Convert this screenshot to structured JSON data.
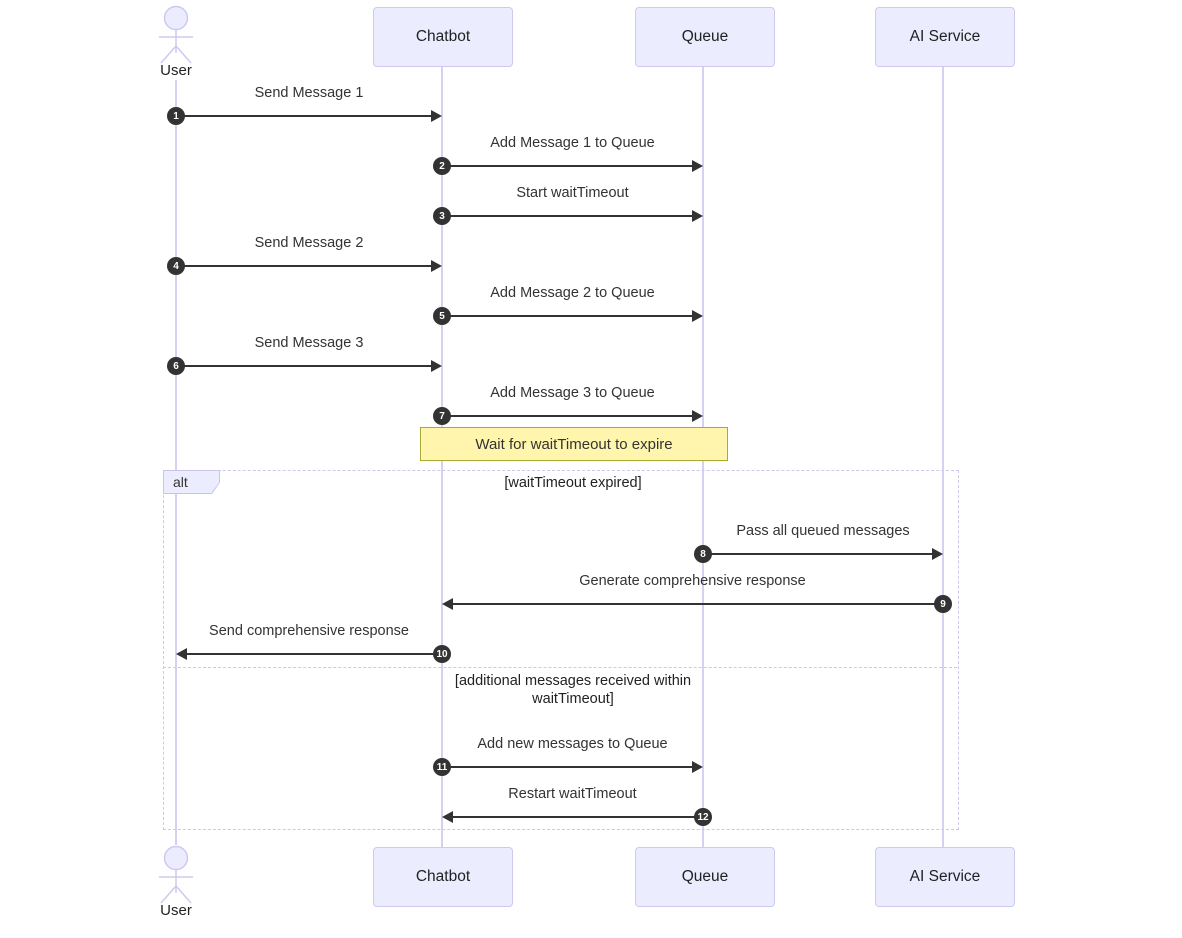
{
  "diagram_type": "sequence",
  "actors": {
    "user": {
      "label": "User"
    },
    "chatbot": {
      "label": "Chatbot"
    },
    "queue": {
      "label": "Queue"
    },
    "ai_service": {
      "label": "AI Service"
    }
  },
  "messages": [
    {
      "num": "1",
      "from": "User",
      "to": "Chatbot",
      "label": "Send Message 1"
    },
    {
      "num": "2",
      "from": "Chatbot",
      "to": "Queue",
      "label": "Add Message 1 to Queue"
    },
    {
      "num": "3",
      "from": "Chatbot",
      "to": "Queue",
      "label": "Start waitTimeout"
    },
    {
      "num": "4",
      "from": "User",
      "to": "Chatbot",
      "label": "Send Message 2"
    },
    {
      "num": "5",
      "from": "Chatbot",
      "to": "Queue",
      "label": "Add Message 2 to Queue"
    },
    {
      "num": "6",
      "from": "User",
      "to": "Chatbot",
      "label": "Send Message 3"
    },
    {
      "num": "7",
      "from": "Chatbot",
      "to": "Queue",
      "label": "Add Message 3 to Queue"
    },
    {
      "num": "8",
      "from": "Queue",
      "to": "AI Service",
      "label": "Pass all queued messages"
    },
    {
      "num": "9",
      "from": "AI Service",
      "to": "Chatbot",
      "label": "Generate comprehensive response"
    },
    {
      "num": "10",
      "from": "Chatbot",
      "to": "User",
      "label": "Send comprehensive response"
    },
    {
      "num": "11",
      "from": "Chatbot",
      "to": "Queue",
      "label": "Add new messages to Queue"
    },
    {
      "num": "12",
      "from": "Queue",
      "to": "Chatbot",
      "label": "Restart waitTimeout"
    }
  ],
  "note": {
    "label": "Wait for waitTimeout to expire"
  },
  "alt": {
    "label": "alt",
    "condition_1": "[waitTimeout expired]",
    "condition_2": "[additional messages received within waitTimeout]"
  },
  "colors": {
    "actor_fill": "#ECECFF",
    "actor_border": "#CFC8F0",
    "lifeline": "#D6D1F1",
    "note_fill": "#FFF5AD",
    "note_border": "#AAAA33",
    "arrow": "#333333",
    "badge_fill": "#333333",
    "frame_border": "#CCC7F0"
  }
}
